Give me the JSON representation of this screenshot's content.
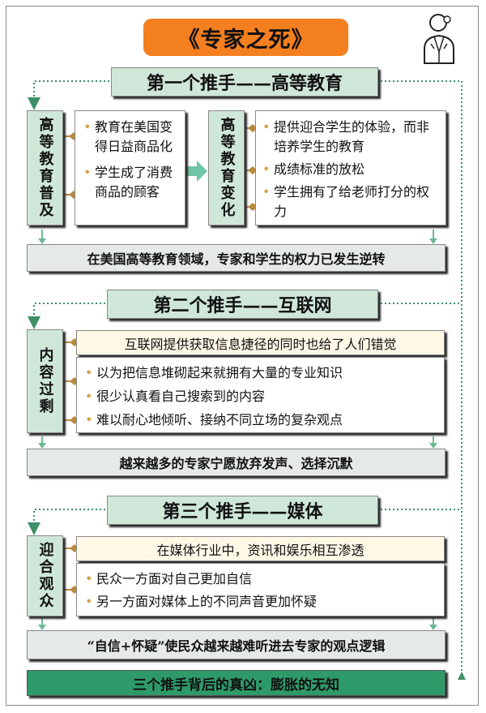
{
  "title": "《专家之死》",
  "section1": {
    "header": "第一个推手——高等教育",
    "left_label": "高等教育普及",
    "left_items": [
      "教育在美国变得日益商品化",
      "学生成了消费商品的顾客"
    ],
    "right_label": "高等教育变化",
    "right_items": [
      "提供迎合学生的体验，而非培养学生的教育",
      "成绩标准的放松",
      "学生拥有了给老师打分的权力"
    ],
    "conclusion": "在美国高等教育领域，专家和学生的权力已发生逆转"
  },
  "section2": {
    "header": "第二个推手——互联网",
    "label": "内容过剩",
    "lead": "互联网提供获取信息捷径的同时也给了人们错觉",
    "items": [
      "以为把信息堆砌起来就拥有大量的专业知识",
      "很少认真看自己搜索到的内容",
      "难以耐心地倾听、接纳不同立场的复杂观点"
    ],
    "conclusion": "越来越多的专家宁愿放弃发声、选择沉默"
  },
  "section3": {
    "header": "第三个推手——媒体",
    "label": "迎合观众",
    "lead": "在媒体行业中，资讯和娱乐相互渗透",
    "items": [
      "民众一方面对自己更加自信",
      "另一方面对媒体上的不同声音更加怀疑"
    ],
    "conclusion": "“自信+怀疑”使民众越来越难听进去专家的观点逻辑"
  },
  "final": "三个推手背后的真凶：膨胀的无知",
  "colors": {
    "title_bg": "#f47f1f",
    "section_bg": "#cfe7d9",
    "accent_green": "#2e9a6a",
    "connector": "#3f8f68",
    "bullet": "#d8a24a",
    "diamond": "#b88a3e"
  },
  "icons": [
    "expert-avatar-icon"
  ]
}
